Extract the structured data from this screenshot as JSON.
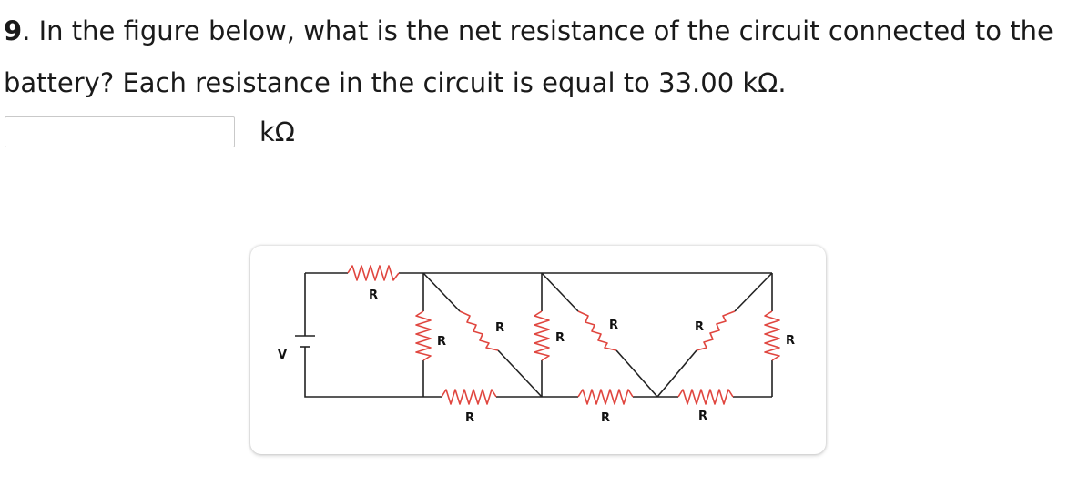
{
  "question": {
    "number": "9",
    "text": ". In the figure below, what is the net resistance of the circuit connected to the battery? Each resistance in the circuit is equal to 33.00 kΩ."
  },
  "answer": {
    "value": "",
    "placeholder": "",
    "unit": "kΩ"
  },
  "figure": {
    "battery_label": "V",
    "resistor_label": "R"
  }
}
